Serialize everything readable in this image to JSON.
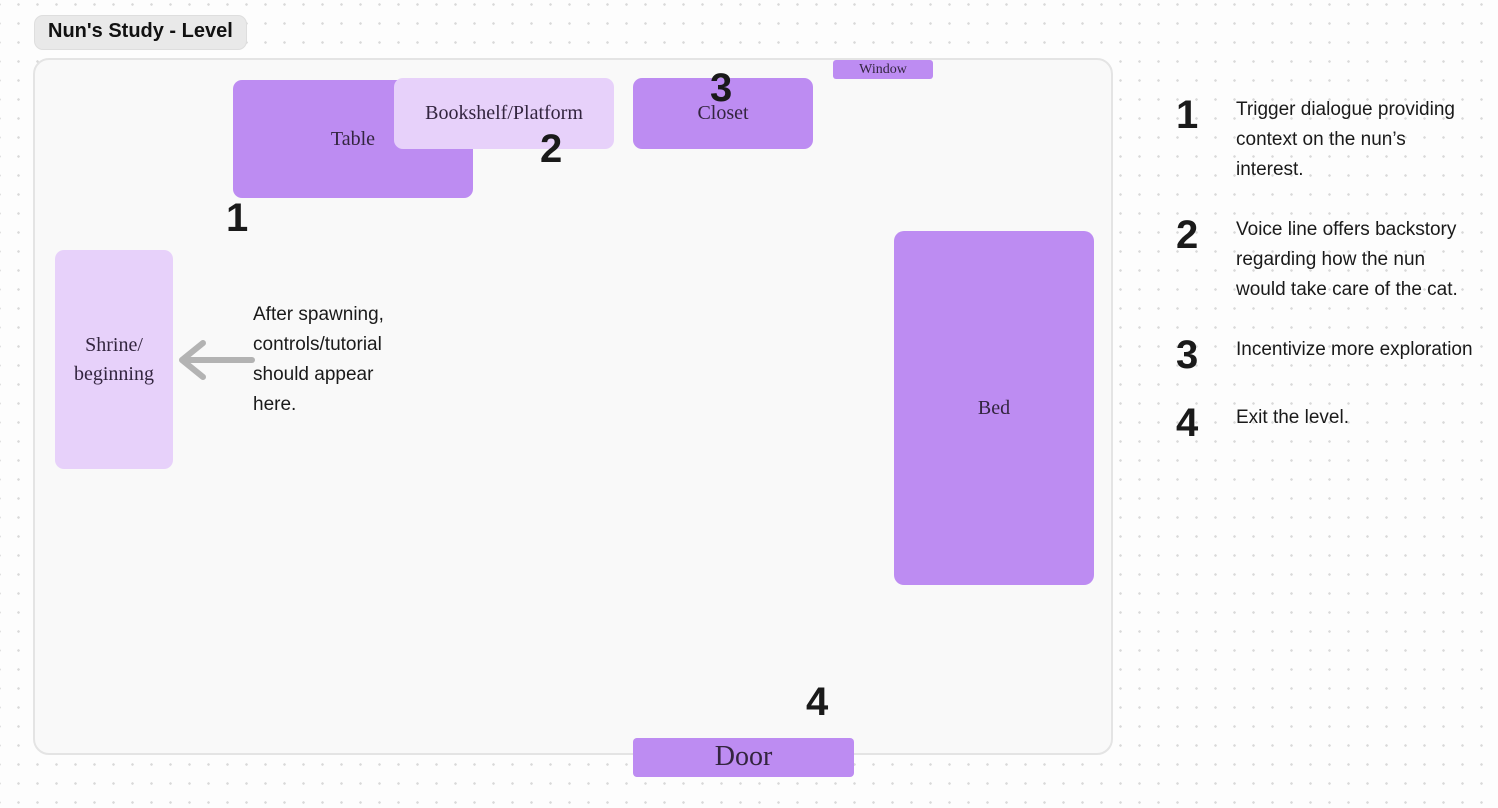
{
  "title": "Nun's Study - Level",
  "colors": {
    "shape_purple": "#bd8cf2",
    "shape_light_purple": "#e7d1fa",
    "frame_fill": "#f9f9f9",
    "frame_border": "#e4e4e4",
    "arrow_gray": "#b3b3b3",
    "text_dark": "#1a1a1a"
  },
  "canvas": {
    "shapes": [
      {
        "id": "table",
        "label": "Table"
      },
      {
        "id": "bookshelf",
        "label": "Bookshelf/Platform"
      },
      {
        "id": "closet",
        "label": "Closet"
      },
      {
        "id": "window",
        "label": "Window"
      },
      {
        "id": "bed",
        "label": "Bed"
      },
      {
        "id": "shrine",
        "label": "Shrine/\nbeginning"
      },
      {
        "id": "door",
        "label": "Door"
      }
    ],
    "markers": [
      {
        "number": "1"
      },
      {
        "number": "2"
      },
      {
        "number": "3"
      },
      {
        "number": "4"
      }
    ],
    "note": {
      "text": "After spawning,\ncontrols/tutorial\nshould appear\nhere."
    }
  },
  "legend": {
    "items": [
      {
        "number": "1",
        "text": "Trigger dialogue providing context on the nun’s interest."
      },
      {
        "number": "2",
        "text": "Voice line offers backstory regarding how the nun would take care of the cat."
      },
      {
        "number": "3",
        "text": "Incentivize more exploration"
      },
      {
        "number": "4",
        "text": "Exit the level."
      }
    ]
  }
}
